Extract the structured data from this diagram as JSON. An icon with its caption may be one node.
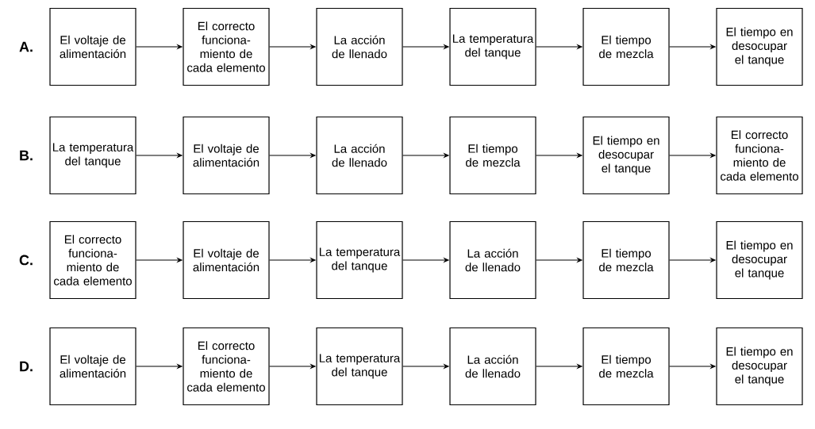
{
  "diagram": {
    "nodes": [
      {
        "text": [
          "El voltaje de alimentación"
        ]
      },
      {
        "text": [
          "El correcto funciona- miento de cada elemento"
        ]
      },
      {
        "text": [
          "La acción de llenado"
        ]
      },
      {
        "text": [
          "La temperatura del tanque"
        ]
      },
      {
        "text": [
          "El tiempo de mezcla"
        ]
      },
      {
        "text": [
          "El tiempo en desocupar el tanque"
        ]
      },
      {
        "text": [
          "La temperatura del tanque"
        ]
      },
      {
        "text": [
          "El voltaje de alimentación"
        ]
      },
      {
        "text": [
          "La acción de llenado"
        ]
      },
      {
        "text": [
          "El tiempo de mezcla"
        ]
      },
      {
        "text": [
          "El tiempo en desocupar el tanque"
        ]
      },
      {
        "text": [
          "El correcto funciona- miento de cada elemento"
        ]
      },
      {
        "text": [
          "El correcto funciona- miento de cada elemento"
        ]
      },
      {
        "text": [
          "El voltaje de alimentación"
        ]
      },
      {
        "text": [
          "La temperatura del tanque"
        ]
      },
      {
        "text": [
          "La acción de llenado"
        ]
      },
      {
        "text": [
          "El tiempo de mezcla"
        ]
      },
      {
        "text": [
          "El tiempo en desocupar el tanque"
        ]
      },
      {
        "text": [
          "El voltaje de alimentación"
        ]
      },
      {
        "text": [
          "El correcto funciona- miento de cada elemento"
        ]
      },
      {
        "text": [
          "La temperatura del tanque"
        ]
      },
      {
        "text": [
          "La acción de llenado"
        ]
      },
      {
        "text": [
          "El tiempo de mezcla"
        ]
      },
      {
        "text": [
          "El tiempo en desocupar el tanque"
        ]
      }
    ],
    "edges": [
      {
        "from": 0,
        "to": 1,
        "arrow": "to"
      },
      {
        "from": 1,
        "to": 2,
        "arrow": "to"
      },
      {
        "from": 2,
        "to": 3,
        "arrow": "to"
      },
      {
        "from": 3,
        "to": 4,
        "arrow": "to"
      },
      {
        "from": 4,
        "to": 5,
        "arrow": "to"
      },
      {
        "from": 6,
        "to": 7,
        "arrow": "to"
      },
      {
        "from": 7,
        "to": 8,
        "arrow": "to"
      },
      {
        "from": 8,
        "to": 9,
        "arrow": "to"
      },
      {
        "from": 9,
        "to": 10,
        "arrow": "to"
      },
      {
        "from": 10,
        "to": 11,
        "arrow": "to"
      },
      {
        "from": 12,
        "to": 13,
        "arrow": "to"
      },
      {
        "from": 13,
        "to": 14,
        "arrow": "to"
      },
      {
        "from": 14,
        "to": 15,
        "arrow": "to"
      },
      {
        "from": 15,
        "to": 16,
        "arrow": "to"
      },
      {
        "from": 16,
        "to": 17,
        "arrow": "to"
      },
      {
        "from": 18,
        "to": 19,
        "arrow": "to"
      },
      {
        "from": 19,
        "to": 20,
        "arrow": "to"
      },
      {
        "from": 20,
        "to": 21,
        "arrow": "to"
      },
      {
        "from": 21,
        "to": 22,
        "arrow": "to"
      },
      {
        "from": 22,
        "to": 23,
        "arrow": "to"
      }
    ],
    "labels": [
      "A.",
      "B.",
      "C.",
      "D."
    ]
  }
}
